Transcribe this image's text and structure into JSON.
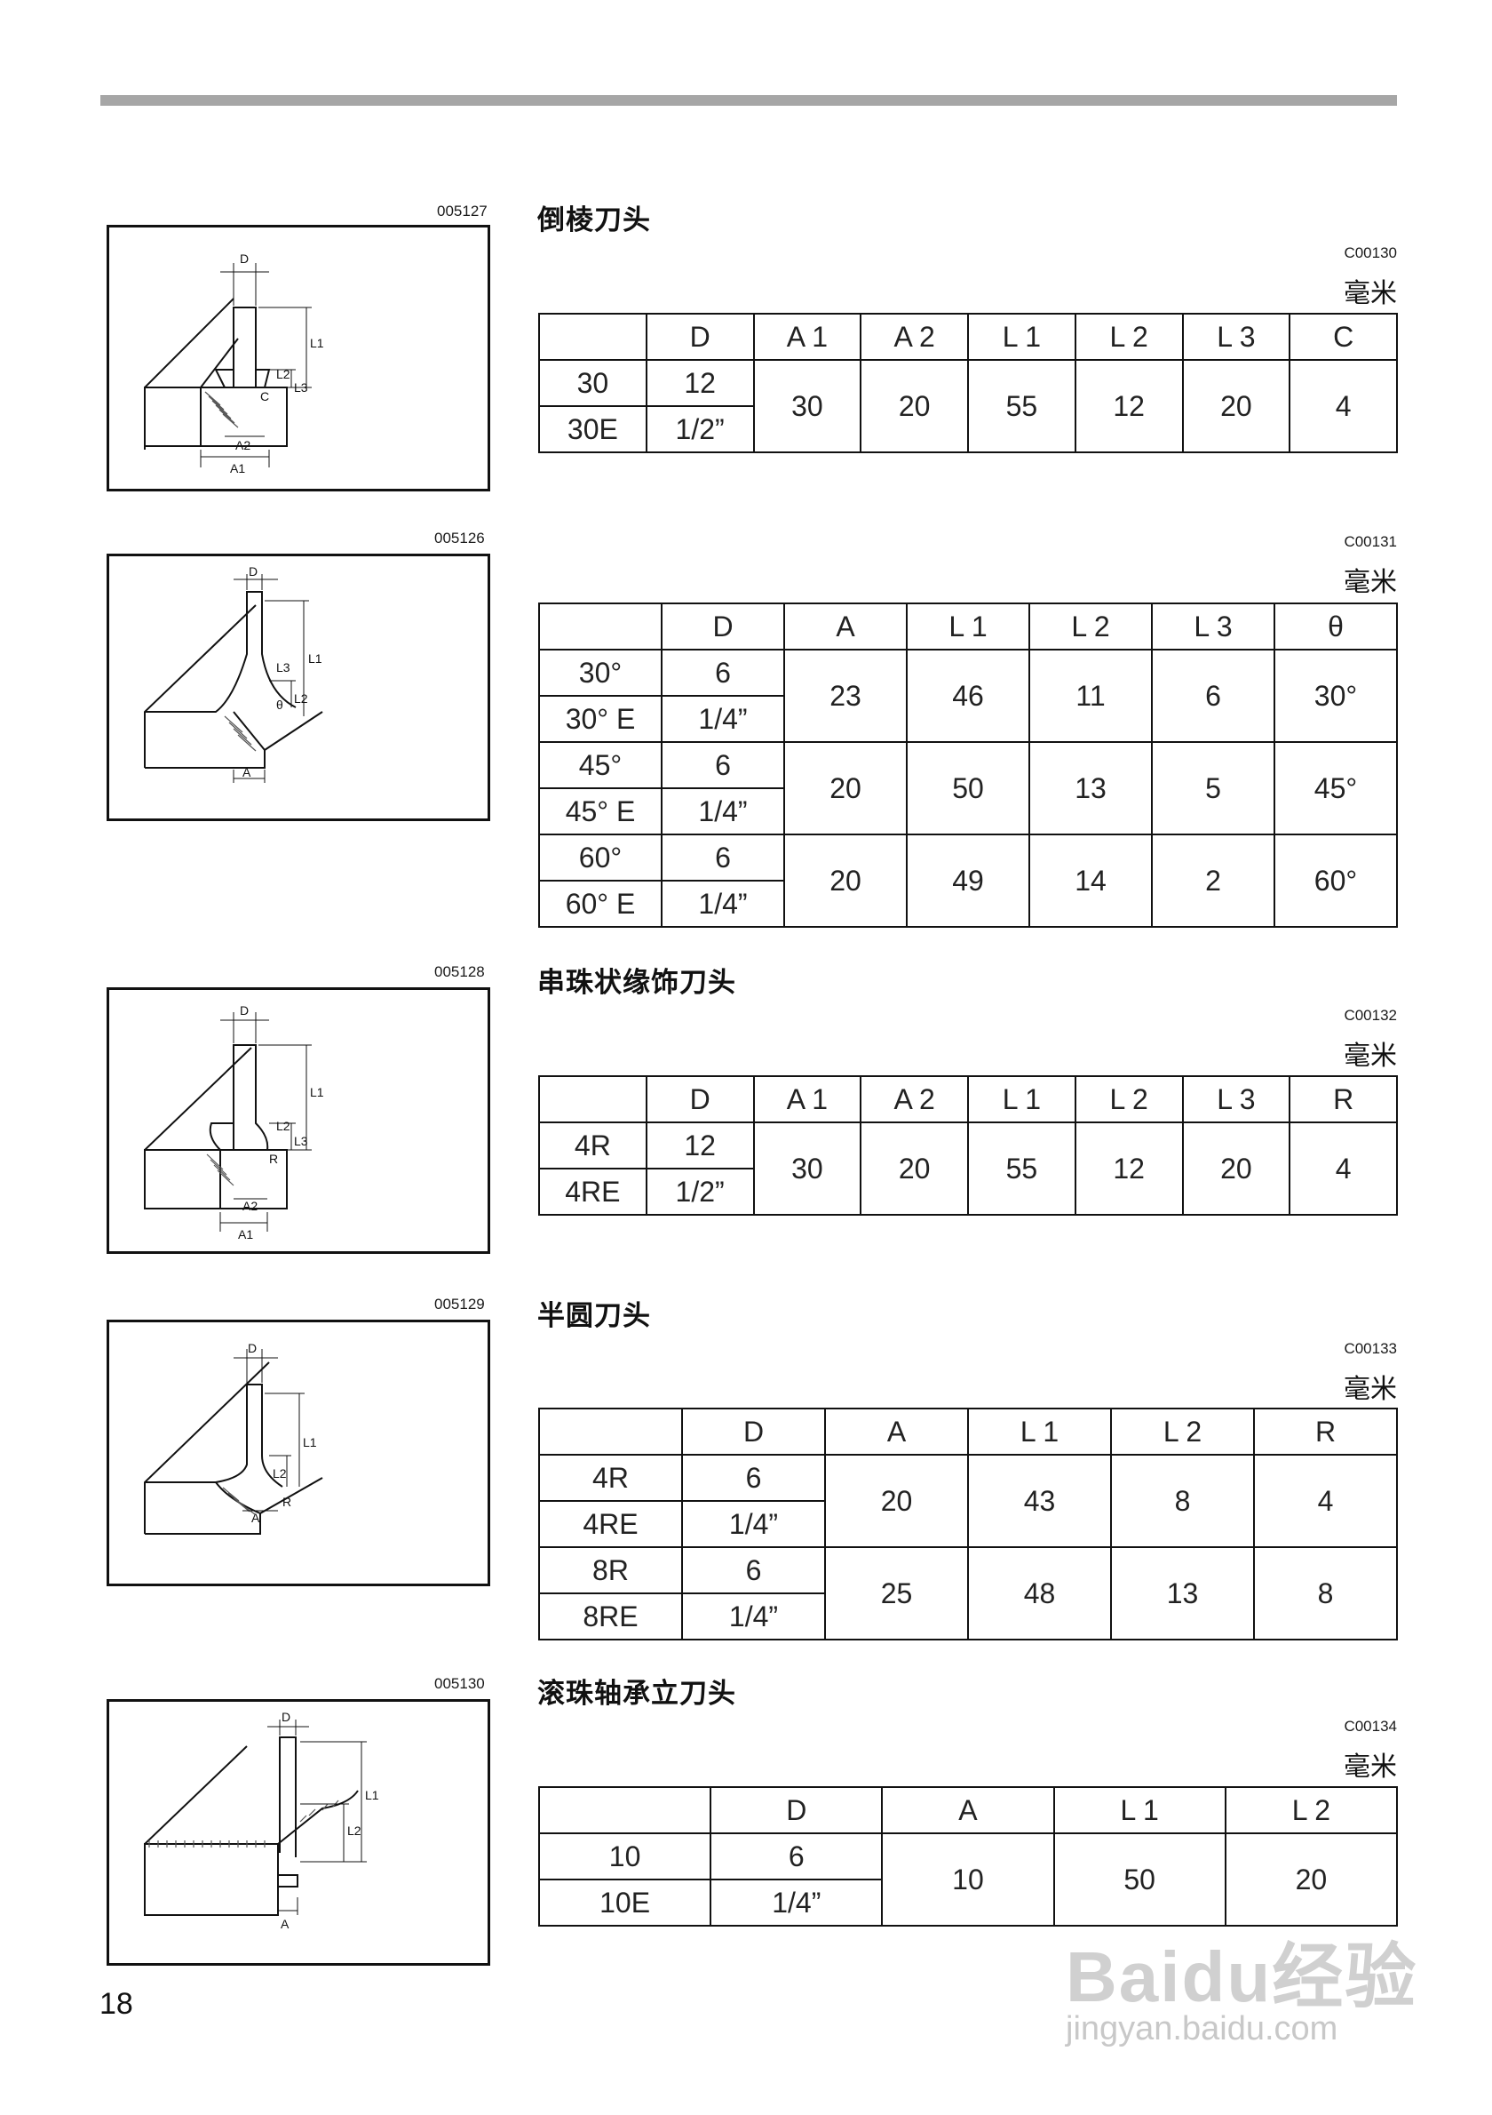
{
  "sections": [
    {
      "fig_code": "005127",
      "title": "倒棱刀头",
      "table_code": "C00130",
      "unit": "毫米",
      "header": [
        "",
        "D",
        "A 1",
        "A 2",
        "L 1",
        "L 2",
        "L 3",
        "C"
      ],
      "row_a": [
        "30",
        "12",
        "30",
        "20",
        "55",
        "12",
        "20",
        "4"
      ],
      "row_b": [
        "30E",
        "1/2”"
      ]
    },
    {
      "fig_code": "005126",
      "title": "",
      "table_code": "C00131",
      "unit": "毫米",
      "header": [
        "",
        "D",
        "A",
        "L 1",
        "L 2",
        "L 3",
        "θ"
      ],
      "groups": [
        {
          "row_a": [
            "30°",
            "6",
            "23",
            "46",
            "11",
            "6",
            "30°"
          ],
          "row_b": [
            "30° E",
            "1/4”"
          ]
        },
        {
          "row_a": [
            "45°",
            "6",
            "20",
            "50",
            "13",
            "5",
            "45°"
          ],
          "row_b": [
            "45° E",
            "1/4”"
          ]
        },
        {
          "row_a": [
            "60°",
            "6",
            "20",
            "49",
            "14",
            "2",
            "60°"
          ],
          "row_b": [
            "60° E",
            "1/4”"
          ]
        }
      ]
    },
    {
      "fig_code": "005128",
      "title": "串珠状缘饰刀头",
      "table_code": "C00132",
      "unit": "毫米",
      "header": [
        "",
        "D",
        "A 1",
        "A 2",
        "L 1",
        "L 2",
        "L 3",
        "R"
      ],
      "row_a": [
        "4R",
        "12",
        "30",
        "20",
        "55",
        "12",
        "20",
        "4"
      ],
      "row_b": [
        "4RE",
        "1/2”"
      ]
    },
    {
      "fig_code": "005129",
      "title": "半圆刀头",
      "table_code": "C00133",
      "unit": "毫米",
      "header": [
        "",
        "D",
        "A",
        "L 1",
        "L 2",
        "R"
      ],
      "groups": [
        {
          "row_a": [
            "4R",
            "6",
            "20",
            "43",
            "8",
            "4"
          ],
          "row_b": [
            "4RE",
            "1/4”"
          ]
        },
        {
          "row_a": [
            "8R",
            "6",
            "25",
            "48",
            "13",
            "8"
          ],
          "row_b": [
            "8RE",
            "1/4”"
          ]
        }
      ]
    },
    {
      "fig_code": "005130",
      "title": "滚珠轴承立刀头",
      "table_code": "C00134",
      "unit": "毫米",
      "header": [
        "",
        "D",
        "A",
        "L 1",
        "L 2"
      ],
      "row_a": [
        "10",
        "6",
        "10",
        "50",
        "20"
      ],
      "row_b": [
        "10E",
        "1/4”"
      ]
    }
  ],
  "figure_labels": {
    "d": "D",
    "a": "A",
    "a1": "A1",
    "a2": "A2",
    "l1": "L1",
    "l2": "L2",
    "l3": "L3",
    "c": "C",
    "r": "R",
    "theta": "θ"
  },
  "page_number": "18",
  "watermark": {
    "logo": "Baidu经验",
    "url": "jingyan.baidu.com"
  }
}
